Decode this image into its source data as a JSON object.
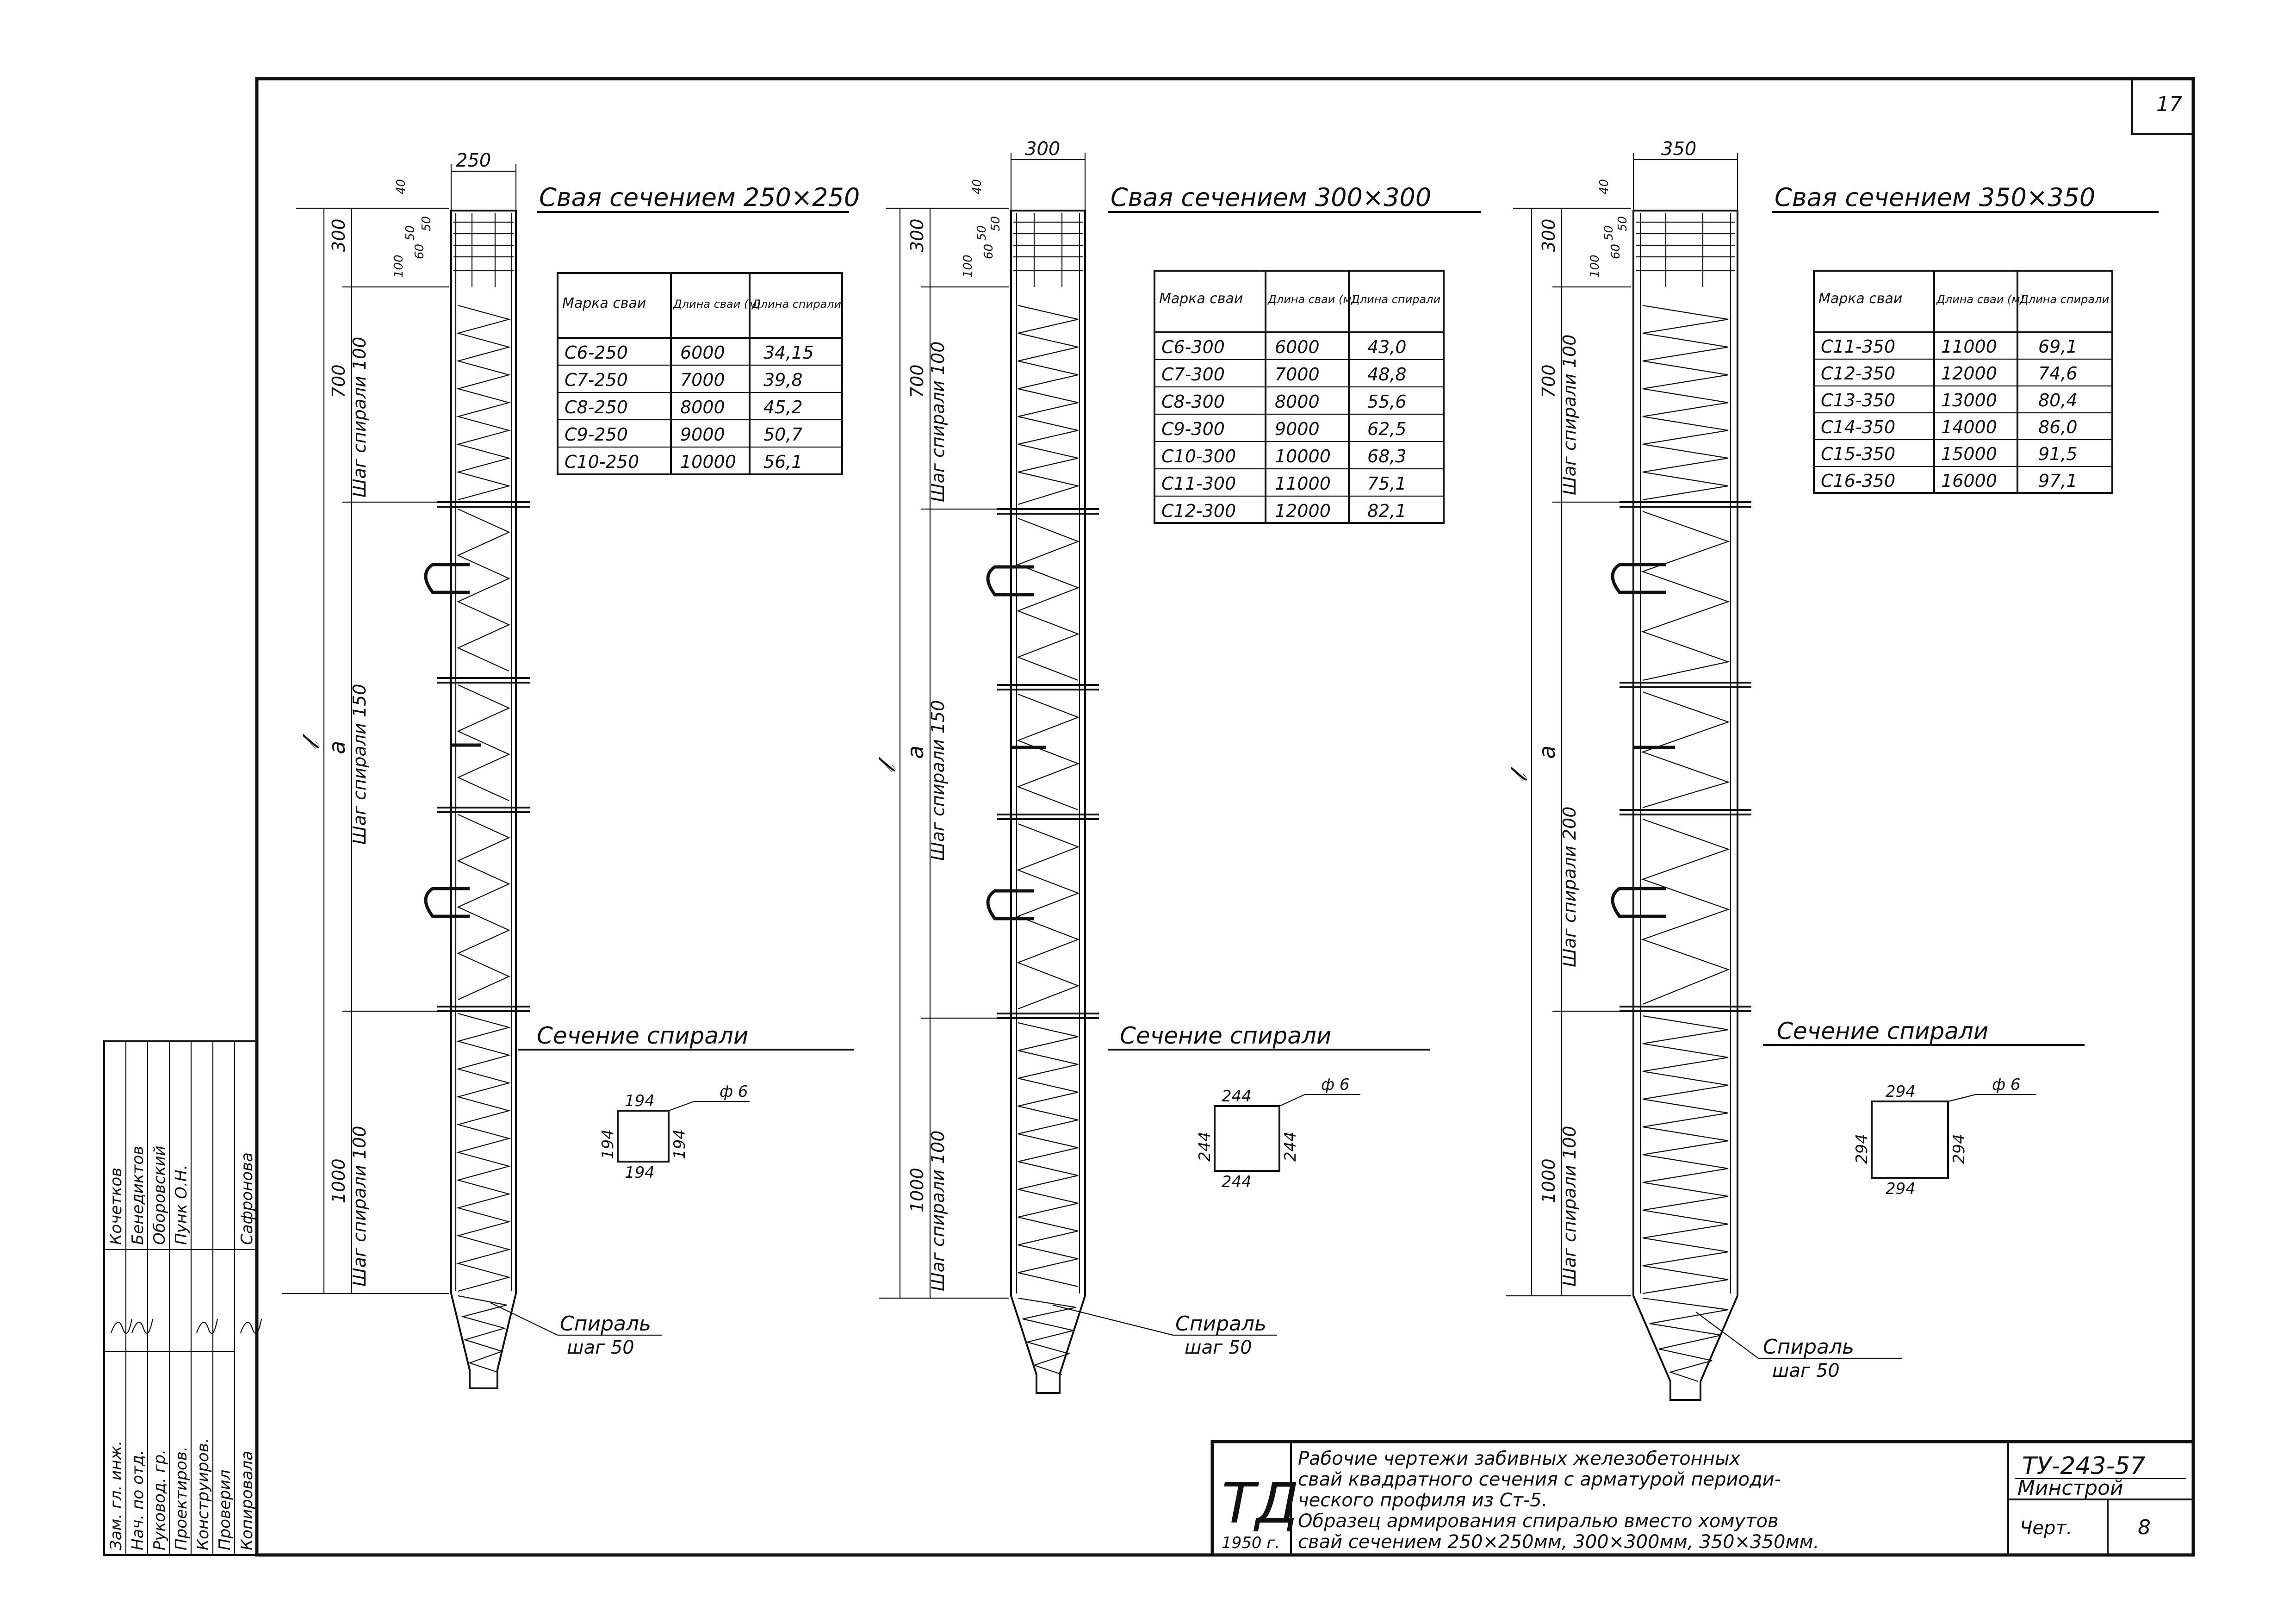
{
  "page_number": "17",
  "piles": [
    {
      "width_label": "250",
      "title": "Свая сечением 250×250",
      "total_length_symbol": "𝓁",
      "segment_symbol": "а",
      "head_dims": [
        "40",
        "50",
        "50",
        "60",
        "100",
        "300"
      ],
      "zones": [
        {
          "length": "700",
          "pitch": "Шаг спирали 100"
        },
        {
          "length": "",
          "pitch": "Шаг спирали 150"
        },
        {
          "length": "1000",
          "pitch": "Шаг спирали 100"
        }
      ],
      "tip_label": "Спираль",
      "tip_pitch": "шаг 50",
      "table": {
        "headers": [
          "Марка сваи",
          "Длина сваи (м)",
          "Длина спирали"
        ],
        "rows": [
          [
            "С6-250",
            "6000",
            "34,15"
          ],
          [
            "С7-250",
            "7000",
            "39,8"
          ],
          [
            "С8-250",
            "8000",
            "45,2"
          ],
          [
            "С9-250",
            "9000",
            "50,7"
          ],
          [
            "С10-250",
            "10000",
            "56,1"
          ]
        ]
      },
      "section": {
        "title": "Сечение спирали",
        "size": "194",
        "bar": "ф 6"
      }
    },
    {
      "width_label": "300",
      "title": "Свая сечением 300×300",
      "total_length_symbol": "𝓁",
      "segment_symbol": "а",
      "head_dims": [
        "40",
        "50",
        "50",
        "60",
        "100",
        "300"
      ],
      "zones": [
        {
          "length": "700",
          "pitch": "Шаг спирали 100"
        },
        {
          "length": "",
          "pitch": "Шаг спирали 150"
        },
        {
          "length": "1000",
          "pitch": "Шаг спирали 100"
        }
      ],
      "tip_label": "Спираль",
      "tip_pitch": "шаг 50",
      "table": {
        "headers": [
          "Марка сваи",
          "Длина сваи (м)",
          "Длина спирали"
        ],
        "rows": [
          [
            "С6-300",
            "6000",
            "43,0"
          ],
          [
            "С7-300",
            "7000",
            "48,8"
          ],
          [
            "С8-300",
            "8000",
            "55,6"
          ],
          [
            "С9-300",
            "9000",
            "62,5"
          ],
          [
            "С10-300",
            "10000",
            "68,3"
          ],
          [
            "С11-300",
            "11000",
            "75,1"
          ],
          [
            "С12-300",
            "12000",
            "82,1"
          ]
        ]
      },
      "section": {
        "title": "Сечение спирали",
        "size": "244",
        "bar": "ф 6"
      }
    },
    {
      "width_label": "350",
      "title": "Свая сечением 350×350",
      "total_length_symbol": "𝓁",
      "segment_symbol": "а",
      "head_dims": [
        "40",
        "50",
        "50",
        "60",
        "100",
        "300"
      ],
      "zones": [
        {
          "length": "700",
          "pitch": "Шаг спирали 100"
        },
        {
          "length": "",
          "pitch": "Шаг спирали 200"
        },
        {
          "length": "1000",
          "pitch": "Шаг спирали 100"
        }
      ],
      "tip_label": "Спираль",
      "tip_pitch": "шаг 50",
      "table": {
        "headers": [
          "Марка сваи",
          "Длина сваи (м)",
          "Длина спирали"
        ],
        "rows": [
          [
            "С11-350",
            "11000",
            "69,1"
          ],
          [
            "С12-350",
            "12000",
            "74,6"
          ],
          [
            "С13-350",
            "13000",
            "80,4"
          ],
          [
            "С14-350",
            "14000",
            "86,0"
          ],
          [
            "С15-350",
            "15000",
            "91,5"
          ],
          [
            "С16-350",
            "16000",
            "97,1"
          ]
        ]
      },
      "section": {
        "title": "Сечение спирали",
        "size": "294",
        "bar": "ф 6"
      }
    }
  ],
  "stamp": {
    "roles": [
      "Зам. гл. инж.",
      "Нач. по отд.",
      "Руковод. гр.",
      "Проектиров.",
      "Конструиров.",
      "Проверил",
      "Копировала"
    ],
    "names": [
      "Кочетков",
      "Бенедиктов",
      "Оборовский",
      "Пунк О.Н.",
      "",
      "",
      "Сафронова"
    ]
  },
  "title_block": {
    "logo": "ТД",
    "year": "1950 г.",
    "description": [
      "Рабочие чертежи забивных железобетонных",
      "свай квадратного сечения с арматурой периоди-",
      "ческого профиля из Ст-5.",
      "Образец армирования спиралью вместо хомутов",
      "свай сечением 250×250мм, 300×300мм, 350×350мм."
    ],
    "code": "ТУ-243-57",
    "org": "Минстрой",
    "sheet_label": "Черт.",
    "sheet_number": "8"
  }
}
